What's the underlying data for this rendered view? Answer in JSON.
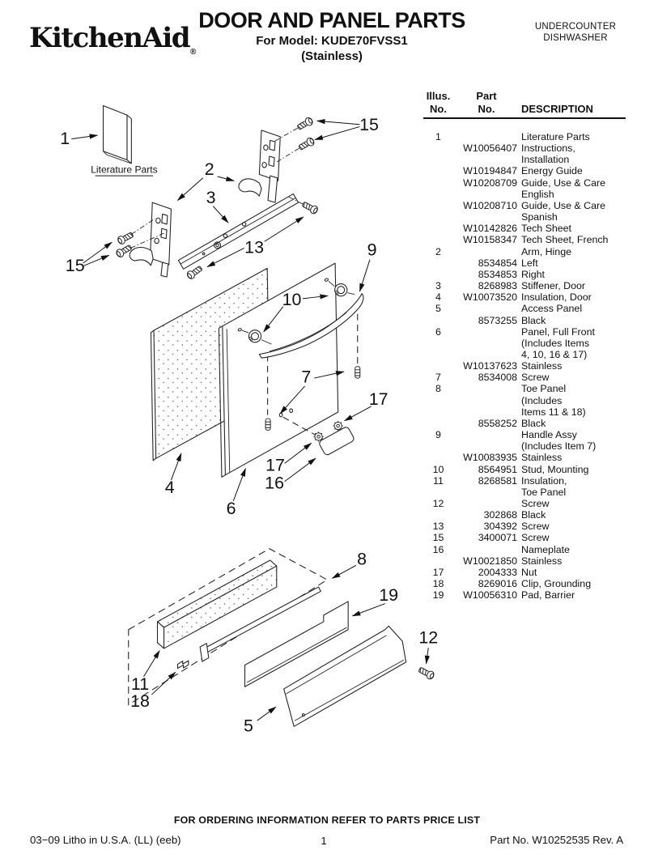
{
  "header": {
    "brand": "KitchenAid",
    "registered_mark": "®",
    "title": "DOOR AND PANEL PARTS",
    "model_line": "For Model: KUDE70FVSS1",
    "finish_line": "(Stainless)",
    "category_line1": "UNDERCOUNTER",
    "category_line2": "DISHWASHER"
  },
  "parts_table": {
    "headers": {
      "illus_line1": "Illus.",
      "illus_line2": "No.",
      "part_line1": "Part",
      "part_line2": "No.",
      "description": "DESCRIPTION"
    },
    "rows": [
      {
        "illus": "1",
        "part": "",
        "desc": "Literature Parts"
      },
      {
        "illus": "",
        "part": "W10056407",
        "desc": "Instructions,"
      },
      {
        "illus": "",
        "part": "",
        "desc": "Installation"
      },
      {
        "illus": "",
        "part": "W10194847",
        "desc": "Energy Guide"
      },
      {
        "illus": "",
        "part": "W10208709",
        "desc": "Guide, Use & Care"
      },
      {
        "illus": "",
        "part": "",
        "desc": "English"
      },
      {
        "illus": "",
        "part": "W10208710",
        "desc": "Guide, Use & Care"
      },
      {
        "illus": "",
        "part": "",
        "desc": "Spanish"
      },
      {
        "illus": "",
        "part": "W10142826",
        "desc": "Tech Sheet"
      },
      {
        "illus": "",
        "part": "W10158347",
        "desc": "Tech Sheet, French"
      },
      {
        "illus": "2",
        "part": "",
        "desc": "Arm, Hinge"
      },
      {
        "illus": "",
        "part": "8534854",
        "desc": "Left"
      },
      {
        "illus": "",
        "part": "8534853",
        "desc": "Right"
      },
      {
        "illus": "3",
        "part": "8268983",
        "desc": "Stiffener, Door"
      },
      {
        "illus": "4",
        "part": "W10073520",
        "desc": "Insulation, Door"
      },
      {
        "illus": "5",
        "part": "",
        "desc": "Access Panel"
      },
      {
        "illus": "",
        "part": "8573255",
        "desc": "Black"
      },
      {
        "illus": "6",
        "part": "",
        "desc": "Panel, Full Front"
      },
      {
        "illus": "",
        "part": "",
        "desc": "(Includes Items"
      },
      {
        "illus": "",
        "part": "",
        "desc": "4, 10, 16 & 17)"
      },
      {
        "illus": "",
        "part": "W10137623",
        "desc": "Stainless"
      },
      {
        "illus": "7",
        "part": "8534008",
        "desc": "Screw"
      },
      {
        "illus": "8",
        "part": "",
        "desc": "Toe Panel"
      },
      {
        "illus": "",
        "part": "",
        "desc": "(Includes"
      },
      {
        "illus": "",
        "part": "",
        "desc": "Items 11 & 18)"
      },
      {
        "illus": "",
        "part": "8558252",
        "desc": "Black"
      },
      {
        "illus": "9",
        "part": "",
        "desc": "Handle Assy"
      },
      {
        "illus": "",
        "part": "",
        "desc": "(Includes Item 7)"
      },
      {
        "illus": "",
        "part": "W10083935",
        "desc": "Stainless"
      },
      {
        "illus": "10",
        "part": "8564951",
        "desc": "Stud, Mounting"
      },
      {
        "illus": "11",
        "part": "8268581",
        "desc": "Insulation,"
      },
      {
        "illus": "",
        "part": "",
        "desc": "Toe Panel"
      },
      {
        "illus": "12",
        "part": "",
        "desc": "Screw"
      },
      {
        "illus": "",
        "part": "302868",
        "desc": "Black"
      },
      {
        "illus": "13",
        "part": "304392",
        "desc": "Screw"
      },
      {
        "illus": "15",
        "part": "3400071",
        "desc": "Screw"
      },
      {
        "illus": "16",
        "part": "",
        "desc": "Nameplate"
      },
      {
        "illus": "",
        "part": "W10021850",
        "desc": "Stainless"
      },
      {
        "illus": "17",
        "part": "2004333",
        "desc": "Nut"
      },
      {
        "illus": "18",
        "part": "8269016",
        "desc": "Clip, Grounding"
      },
      {
        "illus": "19",
        "part": "W10056310",
        "desc": "Pad, Barrier"
      }
    ]
  },
  "diagram": {
    "literature_label": "Literature Parts",
    "callouts": [
      {
        "label": "1"
      },
      {
        "label": "15"
      },
      {
        "label": "2"
      },
      {
        "label": "3"
      },
      {
        "label": "13"
      },
      {
        "label": "15"
      },
      {
        "label": "9"
      },
      {
        "label": "10"
      },
      {
        "label": "7"
      },
      {
        "label": "17"
      },
      {
        "label": "17"
      },
      {
        "label": "16"
      },
      {
        "label": "4"
      },
      {
        "label": "6"
      },
      {
        "label": "8"
      },
      {
        "label": "19"
      },
      {
        "label": "12"
      },
      {
        "label": "11"
      },
      {
        "label": "18"
      },
      {
        "label": "5"
      }
    ]
  },
  "footer": {
    "ordering_note": "FOR ORDERING INFORMATION REFER TO PARTS PRICE LIST",
    "litho_line": "03−09 Litho in U.S.A. (LL) (eeb)",
    "page_number": "1",
    "part_no_line": "Part No. W10252535 Rev. A"
  }
}
